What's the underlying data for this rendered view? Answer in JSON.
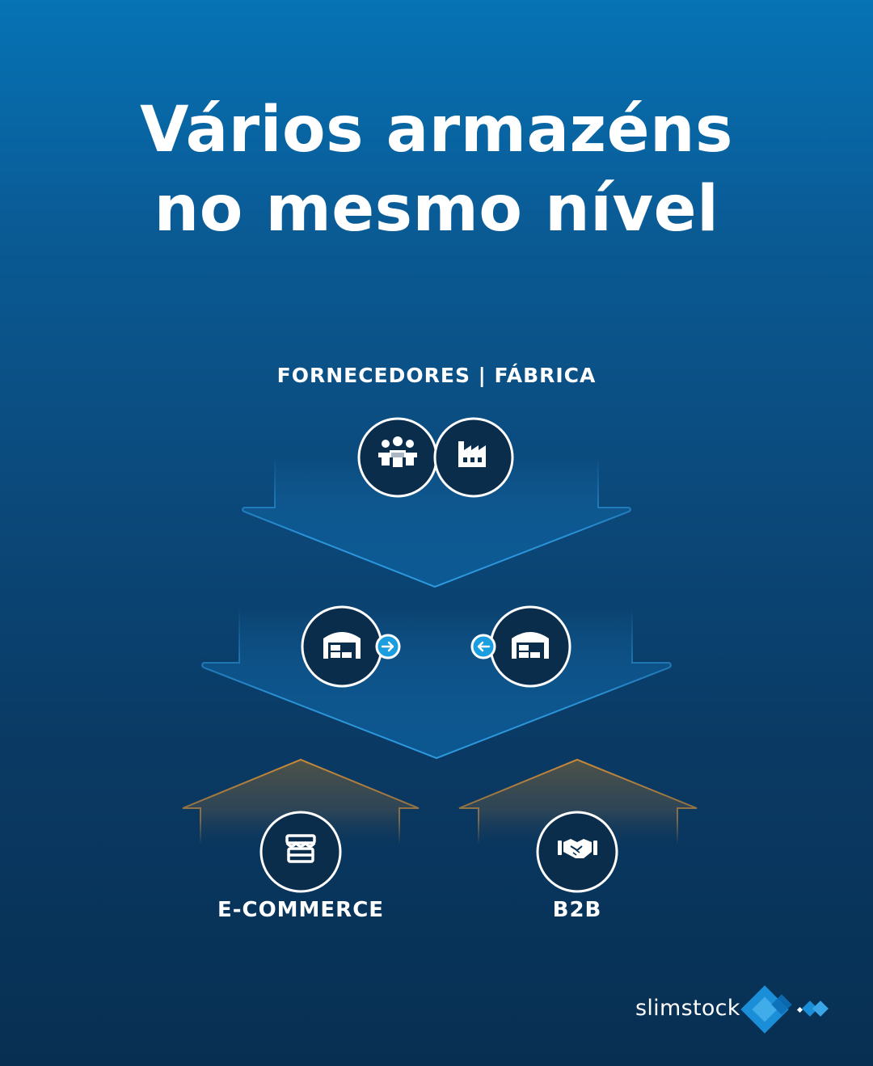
{
  "title": {
    "line1": "Vários armazéns",
    "line2": "no mesmo nível"
  },
  "source": {
    "label": "FORNECEDORES | FÁBRICA",
    "icons": [
      "suppliers-people-icon",
      "factory-icon"
    ]
  },
  "warehouses": [
    {
      "icon": "warehouse-icon",
      "transfer": "arrow-right-icon"
    },
    {
      "icon": "warehouse-icon",
      "transfer": "arrow-left-icon"
    }
  ],
  "channels": [
    {
      "label": "E-COMMERCE",
      "icon": "storefront-icon"
    },
    {
      "label": "B2B",
      "icon": "handshake-icon"
    }
  ],
  "brand": {
    "name": "slimstock"
  },
  "colors": {
    "background_top": "#0673b5",
    "background_bottom": "#072f52",
    "node_fill": "#0b2d4c",
    "accent_blue": "#1a9ee0",
    "channel_outline": "#c98a3a"
  }
}
